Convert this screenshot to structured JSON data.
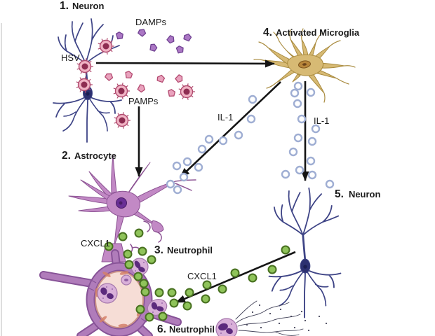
{
  "figure": {
    "steps": [
      {
        "number": "1.",
        "label": "Neuron"
      },
      {
        "number": "2.",
        "label": "Astrocyte"
      },
      {
        "number": "3.",
        "label": "Neutrophil"
      },
      {
        "number": "4.",
        "label": "Activated Microglia"
      },
      {
        "number": "5.",
        "label": "Neuron"
      },
      {
        "number": "6.",
        "label": "Neutrophil"
      }
    ],
    "molecules": {
      "hsv": "HSV",
      "damps": "DAMPs",
      "pamps": "PAMPs",
      "il1_to_astrocyte": "IL-1",
      "il1_to_neuron": "IL-1",
      "cxcl1_from_astrocyte": "CXCL1",
      "cxcl1_from_neuron": "CXCL1"
    }
  },
  "colors": {
    "text": "#1c1c1c",
    "arrow": "#141414",
    "neuron": "#3e4486",
    "neuron-soma": "#2c3070",
    "neuron-core": "#1b1e52",
    "microglia": "#d7ba74",
    "microglia-edge": "#a98b3f",
    "microglia-nucleus": "#b8863a",
    "microglia-nucleus-edge": "#7d541d",
    "microglia-core": "#6b431a",
    "astrocyte": "#c289c5",
    "astrocyte-edge": "#8d5494",
    "astrocyte-nucleus": "#6a2f96",
    "astrocyte-nucleus-edge": "#4a1d66",
    "vessel-wall": "#b07cba",
    "vessel-edge": "#875397",
    "lumen": "#f6ddd6",
    "lumen-edge": "#cb9287",
    "endothelial-nucleus": "#d4806a",
    "neutrophil": "#d9b0d9",
    "neutrophil-edge": "#a678ad",
    "neutrophil-nucleus": "#5c2a7d",
    "virus-body": "#f0b3c4",
    "virus-edge": "#b04a6e",
    "virus-core": "#8e2d51",
    "damp-fill": "#ab77c4",
    "damp-edge": "#6f4191",
    "pamp-fill": "#e9a2bd",
    "pamp-edge": "#b34a70",
    "il1-ring": "#9faed3",
    "cxcl1-fill": "#8fc35a",
    "cxcl1-edge": "#47701f",
    "net-fiber": "#44445a"
  }
}
